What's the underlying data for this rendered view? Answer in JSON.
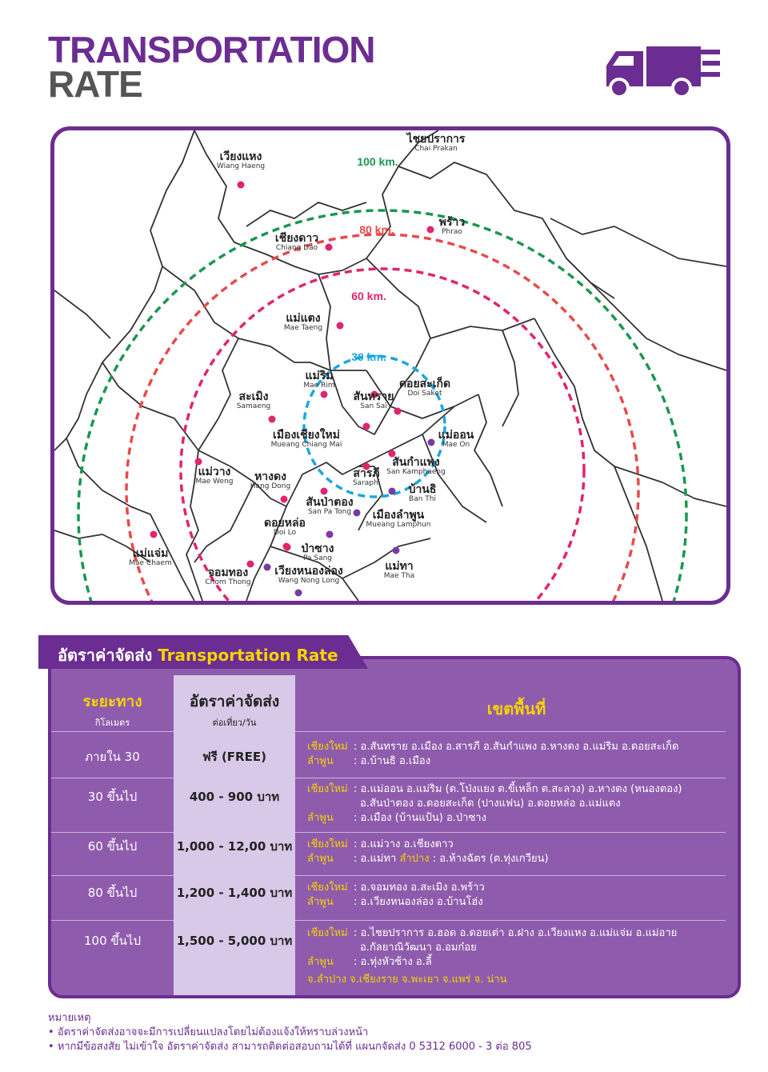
{
  "header": {
    "title_line1": "TRANSPORTATION",
    "title_line2": "RATE",
    "truck_icon": "truck-icon",
    "brand_color": "#6b2d91"
  },
  "map": {
    "rings": [
      {
        "label": "100 km.",
        "color": "#1a9650"
      },
      {
        "label": "80 km.",
        "color": "#e84a4a"
      },
      {
        "label": "60 km.",
        "color": "#e0246e"
      },
      {
        "label": "30 km.",
        "color": "#1aa8dc"
      }
    ],
    "places": [
      {
        "th": "ไชยปราการ",
        "en": "Chai Prakan"
      },
      {
        "th": "เวียงแหง",
        "en": "Wiang Haeng"
      },
      {
        "th": "พร้าว",
        "en": "Phrao"
      },
      {
        "th": "เชียงดาว",
        "en": "Chiang Dao"
      },
      {
        "th": "แม่แตง",
        "en": "Mae Taeng"
      },
      {
        "th": "แม่ริม",
        "en": "Mae Rim"
      },
      {
        "th": "ดอยสะเก็ด",
        "en": "Doi Saket"
      },
      {
        "th": "สะเมิง",
        "en": "Samaeng"
      },
      {
        "th": "สันทราย",
        "en": "San Sai"
      },
      {
        "th": "เมืองเชียงใหม่",
        "en": "Mueang Chiang Mai"
      },
      {
        "th": "แม่ออน",
        "en": "Mae On"
      },
      {
        "th": "สันกำแพง",
        "en": "San Kamphaeng"
      },
      {
        "th": "แม่วาง",
        "en": "Mae Weng"
      },
      {
        "th": "หางดง",
        "en": "Hang Dong"
      },
      {
        "th": "สารภี",
        "en": "Saraphi"
      },
      {
        "th": "บ้านธิ",
        "en": "Ban Thi"
      },
      {
        "th": "สันป่าตอง",
        "en": "San Pa Tong"
      },
      {
        "th": "เมืองลำพูน",
        "en": "Mueang Lamphun"
      },
      {
        "th": "ดอยหล่อ",
        "en": "Doi Lo"
      },
      {
        "th": "ป่าซาง",
        "en": "Pa Sang"
      },
      {
        "th": "แม่แจ่ม",
        "en": "Mae Chaem"
      },
      {
        "th": "จอมทอง",
        "en": "Chom Thong"
      },
      {
        "th": "เวียงหนองล่อง",
        "en": "Wang Nong Long"
      },
      {
        "th": "แม่ทา",
        "en": "Mae Tha"
      }
    ]
  },
  "table": {
    "tab_title_th": "อัตราค่าจัดส่ง ",
    "tab_title_en": "Transportation Rate",
    "head_distance": "ระยะทาง",
    "head_distance_sub": "กิโลเมตร",
    "head_rate": "อัตราค่าจัดส่ง",
    "head_rate_sub": "ต่อเที่ยว/วัน",
    "head_area": "เขตพื้นที่",
    "rows": [
      {
        "distance": "ภายใน 30",
        "price": "ฟรี (FREE)",
        "lines": [
          {
            "prov": "เชียงใหม่",
            "text": ": อ.สันทราย อ.เมือง อ.สารภี อ.สันกำแพง อ.หางดง อ.แม่ริม อ.ดอยสะเก็ด"
          },
          {
            "prov": "ลำพูน",
            "text": ": อ.บ้านธิ อ.เมือง"
          }
        ]
      },
      {
        "distance": "30 ขึ้นไป",
        "price": "400 - 900 บาท",
        "lines": [
          {
            "prov": "เชียงใหม่",
            "text": ": อ.แม่ออน อ.แม่ริม (ต.โป่งแยง ต.ขี้เหล็ก ต.สะลวง) อ.หางดง (หนองตอง)"
          },
          {
            "prov": "",
            "text": "อ.สันป่าตอง อ.ดอยสะเก็ด (ปางแฟน) อ.ดอยหล่อ อ.แม่แตง"
          },
          {
            "prov": "ลำพูน",
            "text": ": อ.เมือง (บ้านแป้น) อ.ป่าซาง"
          }
        ]
      },
      {
        "distance": "60 ขึ้นไป",
        "price": "1,000 - 12,00 บาท",
        "lines": [
          {
            "prov": "เชียงใหม่",
            "text": ": อ.แม่วาง อ.เชียงดาว"
          },
          {
            "prov": "ลำพูน",
            "text": ": อ.แม่ทา ",
            "extra_prov": "ลำปาง",
            "extra_text": " : อ.ห้างฉัตร (ต.ทุ่งเกวียน)"
          }
        ]
      },
      {
        "distance": "80 ขึ้นไป",
        "price": "1,200 - 1,400 บาท",
        "lines": [
          {
            "prov": "เชียงใหม่",
            "text": ": อ.จอมทอง อ.สะเมิง อ.พร้าว"
          },
          {
            "prov": "ลำพูน",
            "text": ": อ.เวียงหนองล่อง อ.บ้านโฮ่ง"
          }
        ]
      },
      {
        "distance": "100 ขึ้นไป",
        "price": "1,500 - 5,000 บาท",
        "lines": [
          {
            "prov": "เชียงใหม่",
            "text": ": อ.ไชยปราการ อ.ฮอด อ.ดอยเต่า อ.ฝาง อ.เวียงแหง อ.แม่แจ่ม อ.แม่อาย"
          },
          {
            "prov": "",
            "text": "อ.กัลยาณิวัฒนา อ.อมก๋อย"
          },
          {
            "prov": "ลำพูน",
            "text": ": อ.ทุ่งหัวช้าง อ.ลี้"
          },
          {
            "prov": "",
            "text": "จ.ลำปาง จ.เชียงราย จ.พะเยา จ.แพร่ จ. น่าน",
            "all_yellow": true
          }
        ]
      }
    ]
  },
  "notes": {
    "title": "หมายเหตุ",
    "items": [
      "อัตราค่าจัดส่งอาจจะมีการเปลี่ยนแปลงโดยไม่ต้องแจ้งให้ทราบล่วงหน้า",
      "หากมีข้อสงสัย ไม่เข้าใจ อัตราค่าจัดส่ง สามารถติดต่อสอบถามได้ที่ แผนกจัดส่ง 0 5312 6000 - 3 ต่อ 805"
    ]
  }
}
